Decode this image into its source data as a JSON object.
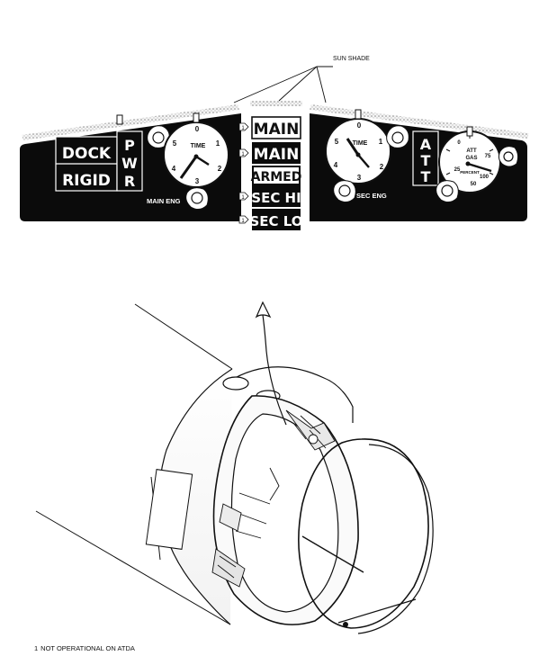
{
  "callouts": {
    "sun_shade": "SUN SHADE"
  },
  "left_panel": {
    "dock_label": "DOCK",
    "rigid_label": "RIGID",
    "pwr_letters": [
      "P",
      "W",
      "R"
    ],
    "clock": {
      "title": "TIME",
      "numerals": [
        "0",
        "1",
        "2",
        "3",
        "4",
        "5"
      ]
    },
    "engine_label": "MAIN ENG"
  },
  "center_lamps": [
    {
      "text": "MAIN",
      "style": "outlined",
      "footnote_marker": true
    },
    {
      "text": "MAIN",
      "style": "dark",
      "footnote_marker": true
    },
    {
      "text": "ARMED",
      "style": "outlined",
      "footnote_marker": false
    },
    {
      "text": "SEC HI",
      "style": "dark",
      "footnote_marker": true
    },
    {
      "text": "SEC LO",
      "style": "dark",
      "footnote_marker": true
    }
  ],
  "right_panel": {
    "clock": {
      "title": "TIME",
      "numerals": [
        "0",
        "1",
        "2",
        "3",
        "4",
        "5"
      ]
    },
    "engine_label": "SEC ENG",
    "att_letters": [
      "A",
      "T",
      "T"
    ],
    "gauge": {
      "title_line1": "ATT",
      "title_line2": "GAS",
      "unit": "PERCENT",
      "numerals": [
        "0",
        "25",
        "50",
        "75",
        "100"
      ]
    }
  },
  "footnote": {
    "marker": "1",
    "text": "NOT OPERATIONAL ON ATDA"
  },
  "colors": {
    "panel": "#0b0b0b",
    "ink": "#111111",
    "paper": "#ffffff"
  }
}
